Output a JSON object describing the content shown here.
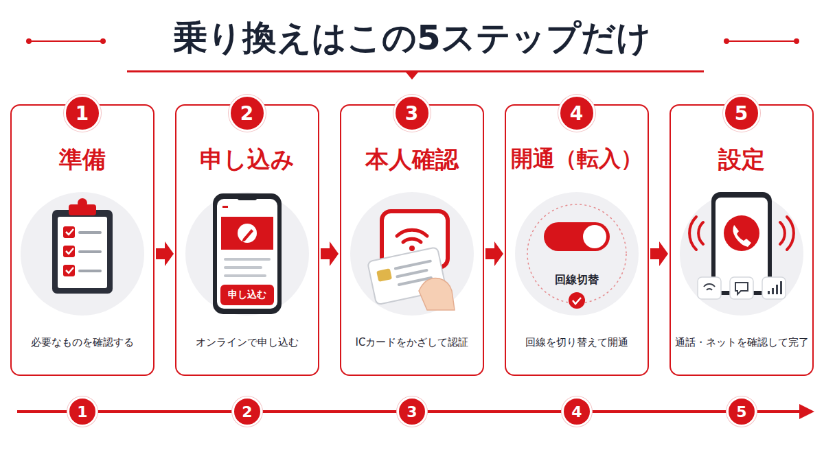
{
  "diagram": {
    "title": "乗り換えはこの5ステップだけ",
    "nodes": [
      {
        "text": [
          "準備",
          "必要なものを確認する"
        ]
      },
      {
        "text": [
          "1"
        ],
        "in": 0
      },
      {
        "text": [
          "申し込み",
          "オンラインで申し込む"
        ]
      },
      {
        "text": [
          "2"
        ],
        "in": 2
      },
      {
        "text": [
          "申し込む"
        ],
        "in": 2
      },
      {
        "text": [
          "本人確認",
          "ICカードをかざして認証"
        ]
      },
      {
        "text": [
          "3"
        ],
        "in": 5
      },
      {
        "text": [
          "開通（転入）",
          "回線を切り替えて開通"
        ]
      },
      {
        "text": [
          "4"
        ],
        "in": 7
      },
      {
        "text": [
          "設定",
          "通話・ネットを確認して完了"
        ]
      },
      {
        "text": [
          "5"
        ],
        "in": 9
      },
      {
        "text": [
          "1"
        ]
      },
      {
        "text": [
          "2"
        ]
      },
      {
        "text": [
          "3"
        ]
      },
      {
        "text": [
          "4"
        ]
      },
      {
        "text": [
          "5"
        ]
      }
    ],
    "edges": [
      {
        "from": 0,
        "to": 2,
        "arrow": "to"
      },
      {
        "from": 2,
        "to": 5,
        "arrow": "to"
      },
      {
        "from": 5,
        "to": 7,
        "arrow": "to"
      },
      {
        "from": 7,
        "to": 9,
        "arrow": "to"
      },
      {
        "from": 11,
        "to": 12,
        "arrow": "none"
      },
      {
        "from": 12,
        "to": 13,
        "arrow": "none"
      },
      {
        "from": 13,
        "to": 14,
        "arrow": "none"
      },
      {
        "from": 14,
        "to": 15,
        "arrow": "none"
      }
    ],
    "labels": [
      "回線切替"
    ]
  }
}
